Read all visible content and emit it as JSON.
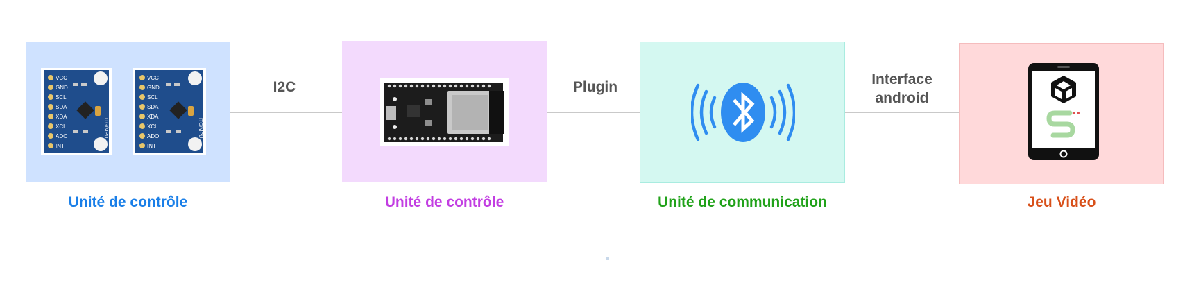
{
  "colors": {
    "box_blue": "#cfe2ff",
    "box_purple": "#f3dafd",
    "box_cyan": "#d4f8f1",
    "box_pink": "#ffd9da",
    "caption_blue": "#1a7fe8",
    "caption_purple": "#c23ee2",
    "caption_green": "#21a21a",
    "caption_orange": "#d8501a",
    "connector": "#c9c9c9",
    "bluetooth": "#2f8df0"
  },
  "nodes": [
    {
      "caption": "Unité de contrôle",
      "image": "gyroscope-sensor-modules"
    },
    {
      "caption": "Unité de contrôle",
      "image": "esp32-dev-board"
    },
    {
      "caption": "Unité de communication",
      "image": "bluetooth-icon"
    },
    {
      "caption": "Jeu Vidéo",
      "image": "tablet-game-icon"
    }
  ],
  "edges": [
    {
      "label": "I2C"
    },
    {
      "label": "Plugin"
    },
    {
      "label_line1": "Interface",
      "label_line2": "android"
    }
  ],
  "sensor_pins": [
    "VCC",
    "GND",
    "SCL",
    "SDA",
    "XDA",
    "XCL",
    "ADO",
    "INT"
  ],
  "sensor_chip_label": "ITG/MPU"
}
